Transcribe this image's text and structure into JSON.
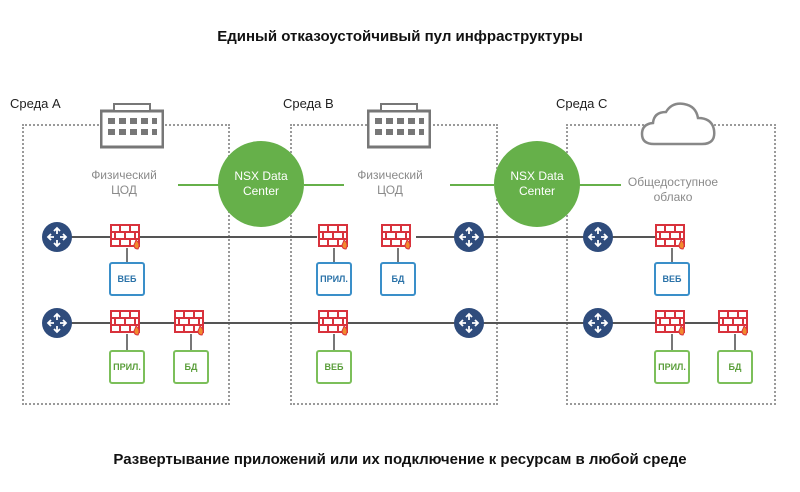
{
  "title_top": "Единый отказоустойчивый пул инфраструктуры",
  "title_bottom": "Развертывание приложений или их подключение к ресурсам в любой среде",
  "environments": {
    "a": {
      "label": "Среда А",
      "desc": "Физический\nЦОД"
    },
    "b": {
      "label": "Среда В",
      "desc": "Физический\nЦОД"
    },
    "c": {
      "label": "Среда С",
      "desc": "Общедоступное\nоблако"
    }
  },
  "nsx": {
    "label": "NSX Data\nCenter"
  },
  "workloads": {
    "web": "ВЕБ",
    "app": "ПРИЛ.",
    "db": "БД"
  },
  "colors": {
    "green": "#66b04a",
    "blue": "#3a8fc9",
    "router": "#2f4c7c",
    "firewall": "#e0303a"
  },
  "icons": {
    "datacenter": "datacenter-building-icon",
    "cloud": "cloud-icon",
    "router": "router-icon",
    "firewall": "firewall-icon"
  }
}
